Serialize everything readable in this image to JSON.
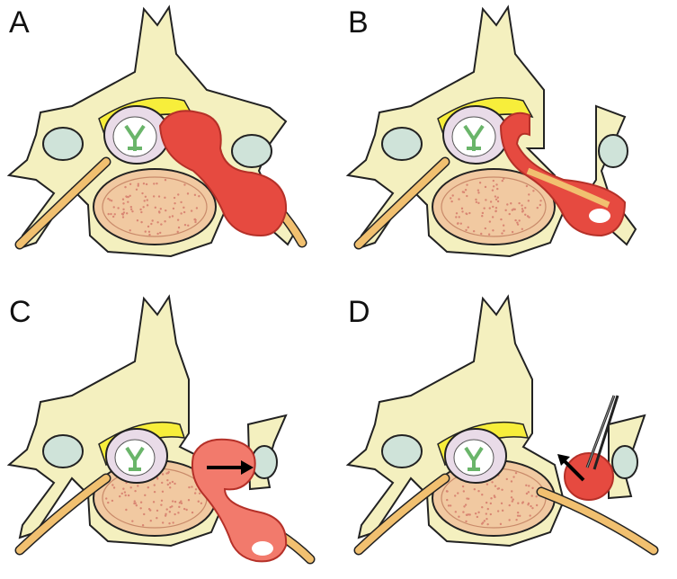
{
  "panels": [
    {
      "id": "A",
      "label": "A"
    },
    {
      "id": "B",
      "label": "B"
    },
    {
      "id": "C",
      "label": "C"
    },
    {
      "id": "D",
      "label": "D"
    }
  ],
  "colors": {
    "bone": "#f4f0bf",
    "bone_outline": "#222222",
    "yellow_ligament": "#f7ee3b",
    "vertebral_body": "#f1c9a1",
    "vertebral_dots": "#d98673",
    "tumor": "#e64a40",
    "tumor_light": "#f27a6c",
    "nerve": "#f1c070",
    "dura": "#e9dbe8",
    "cord_grey": "#b9d7a6",
    "facet_grey": "#cfe3d9"
  },
  "icons": [
    "arrow-icon",
    "forceps-icon"
  ]
}
